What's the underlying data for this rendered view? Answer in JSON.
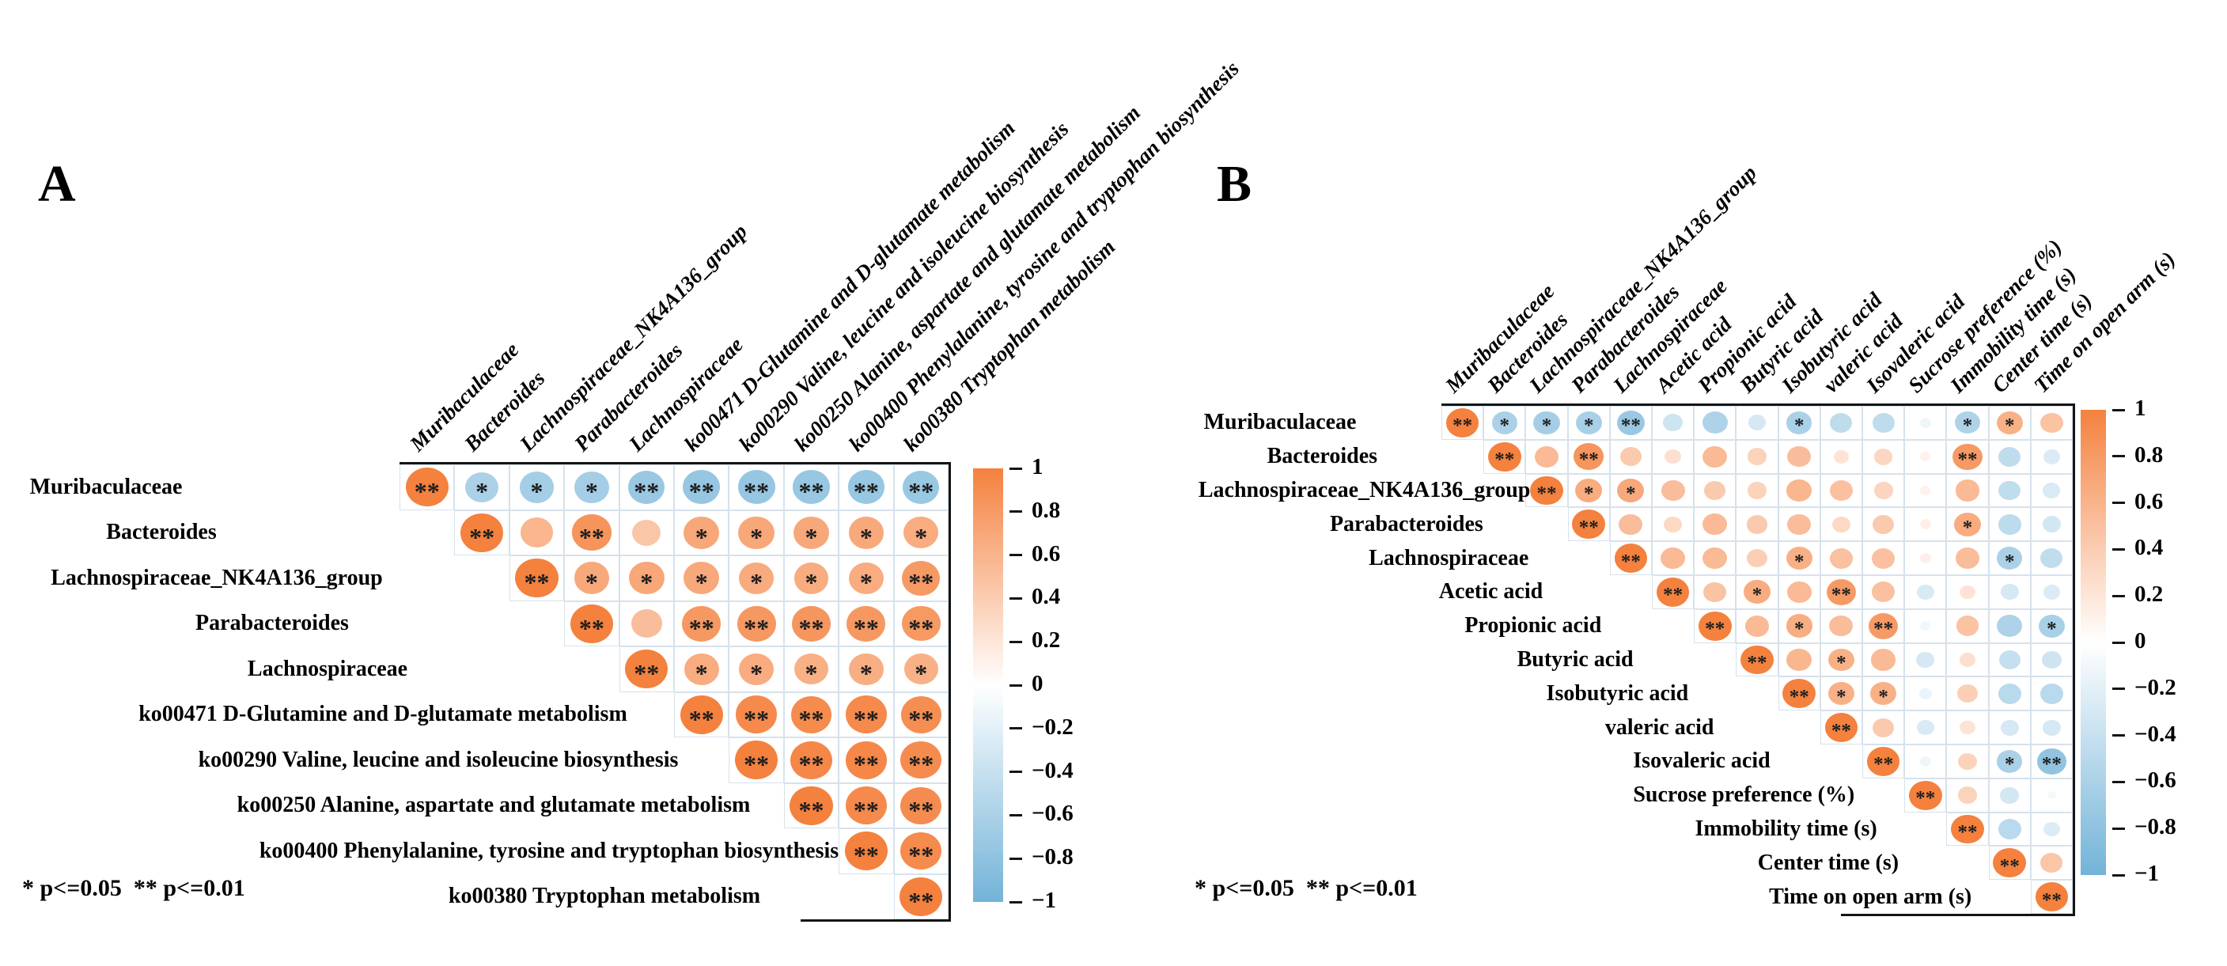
{
  "figure": {
    "background": "#ffffff",
    "colors": {
      "positive_max": "#F4813E",
      "negative_max": "#73B3D8",
      "zero": "#FFFFFF",
      "grid_line": "#d6e2ec",
      "border": "#141414",
      "star": "#1e1e1e"
    }
  },
  "chart_data": [
    {
      "type": "heatmap",
      "subtype": "correlation-matrix-upper-triangle",
      "panel_letter": "A",
      "significance_note": "* p<=0.05  ** p<=0.01",
      "value_range": [
        -1,
        1
      ],
      "legend_position": "right",
      "colorbar_ticks": [
        "1",
        "0.8",
        "0.6",
        "0.4",
        "0.2",
        "0",
        "−0.2",
        "−0.4",
        "−0.6",
        "−0.8",
        "−1"
      ],
      "variables": [
        "Muribaculaceae",
        "Bacteroides",
        "Lachnospiraceae_NK4A136_group",
        "Parabacteroides",
        "Lachnospiraceae",
        "ko00471 D-Glutamine and D-glutamate metabolism",
        "ko00290 Valine, leucine and isoleucine biosynthesis",
        "ko00250 Alanine, aspartate and glutamate metabolism",
        "ko00400 Phenylalanine, tyrosine and tryptophan biosynthesis",
        "ko00380 Tryptophan metabolism"
      ],
      "cells": [
        [
          [
            1,
            "**"
          ],
          [
            -0.6,
            "*"
          ],
          [
            -0.65,
            "*"
          ],
          [
            -0.64,
            "*"
          ],
          [
            -0.72,
            "**"
          ],
          [
            -0.75,
            "**"
          ],
          [
            -0.75,
            "**"
          ],
          [
            -0.74,
            "**"
          ],
          [
            -0.74,
            "**"
          ],
          [
            -0.73,
            "**"
          ]
        ],
        [
          null,
          [
            1,
            "**"
          ],
          [
            0.58,
            ""
          ],
          [
            0.85,
            "**"
          ],
          [
            0.45,
            ""
          ],
          [
            0.7,
            "*"
          ],
          [
            0.7,
            "*"
          ],
          [
            0.69,
            "*"
          ],
          [
            0.68,
            "*"
          ],
          [
            0.66,
            "*"
          ]
        ],
        [
          null,
          null,
          [
            1,
            "**"
          ],
          [
            0.68,
            "*"
          ],
          [
            0.7,
            "*"
          ],
          [
            0.68,
            "*"
          ],
          [
            0.67,
            "*"
          ],
          [
            0.66,
            "*"
          ],
          [
            0.66,
            "*"
          ],
          [
            0.8,
            "**"
          ]
        ],
        [
          null,
          null,
          null,
          [
            1,
            "**"
          ],
          [
            0.52,
            ""
          ],
          [
            0.82,
            "**"
          ],
          [
            0.82,
            "**"
          ],
          [
            0.83,
            "**"
          ],
          [
            0.82,
            "**"
          ],
          [
            0.81,
            "**"
          ]
        ],
        [
          null,
          null,
          null,
          null,
          [
            1,
            "**"
          ],
          [
            0.66,
            "*"
          ],
          [
            0.66,
            "*"
          ],
          [
            0.63,
            "*"
          ],
          [
            0.64,
            "*"
          ],
          [
            0.62,
            "*"
          ]
        ],
        [
          null,
          null,
          null,
          null,
          null,
          [
            1,
            "**"
          ],
          [
            0.93,
            "**"
          ],
          [
            0.92,
            "**"
          ],
          [
            0.93,
            "**"
          ],
          [
            0.9,
            "**"
          ]
        ],
        [
          null,
          null,
          null,
          null,
          null,
          null,
          [
            1,
            "**"
          ],
          [
            0.95,
            "**"
          ],
          [
            0.95,
            "**"
          ],
          [
            0.91,
            "**"
          ]
        ],
        [
          null,
          null,
          null,
          null,
          null,
          null,
          null,
          [
            1,
            "**"
          ],
          [
            0.93,
            "**"
          ],
          [
            0.91,
            "**"
          ]
        ],
        [
          null,
          null,
          null,
          null,
          null,
          null,
          null,
          null,
          [
            1,
            "**"
          ],
          [
            0.92,
            "**"
          ]
        ],
        [
          null,
          null,
          null,
          null,
          null,
          null,
          null,
          null,
          null,
          [
            1,
            "**"
          ]
        ]
      ]
    },
    {
      "type": "heatmap",
      "subtype": "correlation-matrix-upper-triangle",
      "panel_letter": "B",
      "significance_note": "* p<=0.05  ** p<=0.01",
      "value_range": [
        -1,
        1
      ],
      "legend_position": "right",
      "colorbar_ticks": [
        "1",
        "0.8",
        "0.6",
        "0.4",
        "0.2",
        "0",
        "−0.2",
        "−0.4",
        "−0.6",
        "−0.8",
        "−1"
      ],
      "variables": [
        "Muribaculaceae",
        "Bacteroides",
        "Lachnospiraceae_NK4A136_group",
        "Parabacteroides",
        "Lachnospiraceae",
        "Acetic acid",
        "Propionic acid",
        "Butyric acid",
        "Isobutyric acid",
        "valeric acid",
        "Isovaleric acid",
        "Sucrose preference (%)",
        "Immobility time (s)",
        "Center time (s)",
        "Time on open arm (s)"
      ],
      "cells": [
        [
          [
            1,
            "**"
          ],
          [
            -0.6,
            "*"
          ],
          [
            -0.64,
            "*"
          ],
          [
            -0.62,
            "*"
          ],
          [
            -0.72,
            "**"
          ],
          [
            -0.36,
            ""
          ],
          [
            -0.58,
            ""
          ],
          [
            -0.3,
            ""
          ],
          [
            -0.6,
            "*"
          ],
          [
            -0.46,
            ""
          ],
          [
            -0.46,
            ""
          ],
          [
            -0.12,
            ""
          ],
          [
            -0.58,
            "*"
          ],
          [
            0.62,
            "*"
          ],
          [
            0.48,
            ""
          ]
        ],
        [
          null,
          [
            1,
            "**"
          ],
          [
            0.55,
            ""
          ],
          [
            0.84,
            "**"
          ],
          [
            0.42,
            ""
          ],
          [
            0.25,
            ""
          ],
          [
            0.55,
            ""
          ],
          [
            0.35,
            ""
          ],
          [
            0.52,
            ""
          ],
          [
            0.22,
            ""
          ],
          [
            0.32,
            ""
          ],
          [
            0.1,
            ""
          ],
          [
            0.8,
            "**"
          ],
          [
            -0.46,
            ""
          ],
          [
            -0.26,
            ""
          ]
        ],
        [
          null,
          null,
          [
            1,
            "**"
          ],
          [
            0.66,
            "*"
          ],
          [
            0.68,
            "*"
          ],
          [
            0.52,
            ""
          ],
          [
            0.42,
            ""
          ],
          [
            0.35,
            ""
          ],
          [
            0.58,
            ""
          ],
          [
            0.5,
            ""
          ],
          [
            0.33,
            ""
          ],
          [
            0.1,
            ""
          ],
          [
            0.55,
            ""
          ],
          [
            -0.45,
            ""
          ],
          [
            -0.28,
            ""
          ]
        ],
        [
          null,
          null,
          null,
          [
            1,
            "**"
          ],
          [
            0.52,
            ""
          ],
          [
            0.3,
            ""
          ],
          [
            0.55,
            ""
          ],
          [
            0.42,
            ""
          ],
          [
            0.52,
            ""
          ],
          [
            0.3,
            ""
          ],
          [
            0.42,
            ""
          ],
          [
            0.12,
            ""
          ],
          [
            0.66,
            "*"
          ],
          [
            -0.48,
            ""
          ],
          [
            -0.32,
            ""
          ]
        ],
        [
          null,
          null,
          null,
          null,
          [
            1,
            "**"
          ],
          [
            0.55,
            ""
          ],
          [
            0.55,
            ""
          ],
          [
            0.38,
            ""
          ],
          [
            0.62,
            "*"
          ],
          [
            0.5,
            ""
          ],
          [
            0.5,
            ""
          ],
          [
            0.12,
            ""
          ],
          [
            0.52,
            ""
          ],
          [
            -0.6,
            "*"
          ],
          [
            -0.45,
            ""
          ]
        ],
        [
          null,
          null,
          null,
          null,
          null,
          [
            1,
            "**"
          ],
          [
            0.48,
            ""
          ],
          [
            0.66,
            "*"
          ],
          [
            0.55,
            ""
          ],
          [
            0.8,
            "**"
          ],
          [
            0.5,
            ""
          ],
          [
            -0.28,
            ""
          ],
          [
            0.22,
            ""
          ],
          [
            -0.3,
            ""
          ],
          [
            -0.26,
            ""
          ]
        ],
        [
          null,
          null,
          null,
          null,
          null,
          null,
          [
            1,
            "**"
          ],
          [
            0.55,
            ""
          ],
          [
            0.64,
            "*"
          ],
          [
            0.52,
            ""
          ],
          [
            0.8,
            "**"
          ],
          [
            -0.1,
            ""
          ],
          [
            0.48,
            ""
          ],
          [
            -0.58,
            ""
          ],
          [
            -0.62,
            "*"
          ]
        ],
        [
          null,
          null,
          null,
          null,
          null,
          null,
          null,
          [
            1,
            "**"
          ],
          [
            0.58,
            ""
          ],
          [
            0.62,
            "*"
          ],
          [
            0.55,
            ""
          ],
          [
            -0.3,
            ""
          ],
          [
            0.25,
            ""
          ],
          [
            -0.42,
            ""
          ],
          [
            -0.35,
            ""
          ]
        ],
        [
          null,
          null,
          null,
          null,
          null,
          null,
          null,
          null,
          [
            1,
            "**"
          ],
          [
            0.62,
            "*"
          ],
          [
            0.62,
            "*"
          ],
          [
            -0.14,
            ""
          ],
          [
            0.38,
            ""
          ],
          [
            -0.5,
            ""
          ],
          [
            -0.5,
            ""
          ]
        ],
        [
          null,
          null,
          null,
          null,
          null,
          null,
          null,
          null,
          null,
          [
            1,
            "**"
          ],
          [
            0.42,
            ""
          ],
          [
            -0.28,
            ""
          ],
          [
            0.22,
            ""
          ],
          [
            -0.3,
            ""
          ],
          [
            -0.3,
            ""
          ]
        ],
        [
          null,
          null,
          null,
          null,
          null,
          null,
          null,
          null,
          null,
          null,
          [
            1,
            "**"
          ],
          [
            -0.12,
            ""
          ],
          [
            0.35,
            ""
          ],
          [
            -0.6,
            "*"
          ],
          [
            -0.78,
            "**"
          ]
        ],
        [
          null,
          null,
          null,
          null,
          null,
          null,
          null,
          null,
          null,
          null,
          null,
          [
            1,
            "**"
          ],
          [
            0.35,
            ""
          ],
          [
            -0.32,
            ""
          ],
          [
            -0.08,
            ""
          ]
        ],
        [
          null,
          null,
          null,
          null,
          null,
          null,
          null,
          null,
          null,
          null,
          null,
          null,
          [
            1,
            "**"
          ],
          [
            -0.5,
            ""
          ],
          [
            -0.25,
            ""
          ]
        ],
        [
          null,
          null,
          null,
          null,
          null,
          null,
          null,
          null,
          null,
          null,
          null,
          null,
          null,
          [
            1,
            "**"
          ],
          [
            0.45,
            ""
          ]
        ],
        [
          null,
          null,
          null,
          null,
          null,
          null,
          null,
          null,
          null,
          null,
          null,
          null,
          null,
          null,
          [
            1,
            "**"
          ]
        ]
      ]
    }
  ]
}
